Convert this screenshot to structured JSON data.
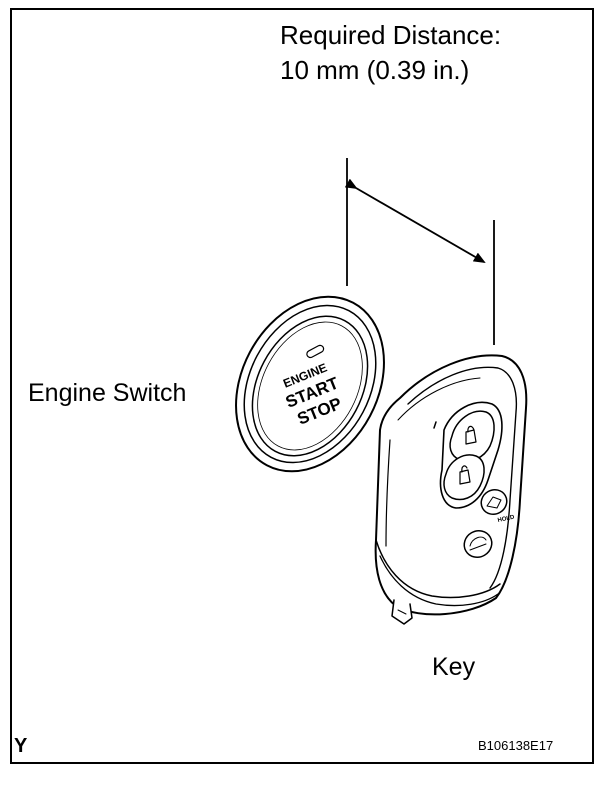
{
  "required_distance": {
    "line1": "Required Distance:",
    "line2": "10 mm (0.39 in.)"
  },
  "engine_switch": {
    "label": "Engine Switch",
    "button_text_1": "ENGINE",
    "button_text_2": "START",
    "button_text_3": "STOP"
  },
  "key": {
    "label": "Key",
    "hold_text": "HOLD"
  },
  "corner_letter": "Y",
  "figure_code": "B106138E17"
}
